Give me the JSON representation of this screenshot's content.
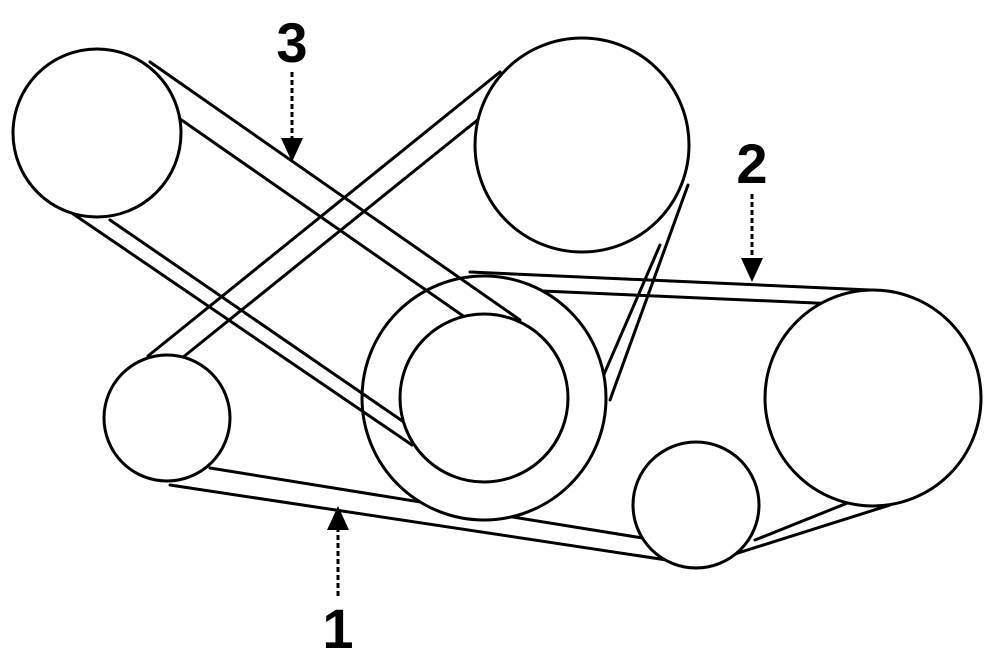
{
  "callouts": {
    "belt_1": "1",
    "belt_2": "2",
    "belt_3": "3"
  }
}
